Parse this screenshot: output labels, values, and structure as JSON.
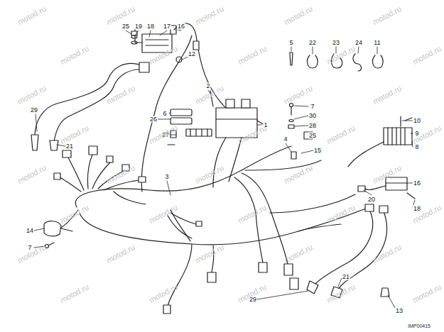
{
  "diagram": {
    "labels": [
      "25",
      "19",
      "18",
      "17",
      "16",
      "12",
      "2",
      "29",
      "21",
      "6",
      "26",
      "27",
      "1",
      "5",
      "22",
      "23",
      "24",
      "11",
      "7",
      "30",
      "28",
      "25",
      "4",
      "15",
      "10",
      "9",
      "8",
      "3",
      "16",
      "20",
      "18",
      "14",
      "7",
      "21",
      "29",
      "13",
      "IMP00415",
      "motod.ru",
      "motod.ru",
      "motod.ru",
      "motod.ru",
      "motod.ru",
      "motod.ru",
      "motod.ru",
      "motod.ru",
      "motod.ru",
      "motod.ru",
      "motod.ru",
      "motod.ru",
      "motod.ru",
      "motod.ru",
      "motod.ru",
      "motod.ru",
      "motod.ru",
      "motod.ru",
      "motod.ru",
      "motod.ru",
      "motod.ru",
      "motod.ru",
      "motod.ru",
      "motod.ru",
      "motod.ru",
      "motod.ru",
      "motod.ru",
      "motod.ru",
      "motod.ru",
      "motod.ru",
      "motod.ru",
      "motod.ru",
      "motod.ru",
      "motod.ru",
      "motod.ru",
      "motod.ru",
      "motod.ru",
      "motod.ru",
      "motod.ru",
      "motod.ru"
    ]
  }
}
